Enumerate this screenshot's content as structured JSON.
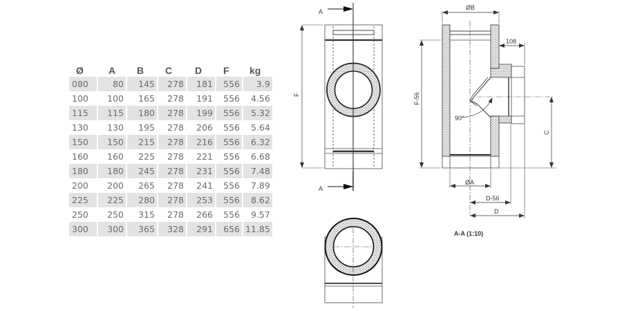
{
  "table": {
    "headers": [
      "Ø",
      "A",
      "B",
      "C",
      "D",
      "F",
      "kg"
    ],
    "rows": [
      [
        "080",
        "80",
        "145",
        "278",
        "181",
        "556",
        "3.9"
      ],
      [
        "100",
        "100",
        "165",
        "278",
        "191",
        "556",
        "4.56"
      ],
      [
        "115",
        "115",
        "180",
        "278",
        "199",
        "556",
        "5.32"
      ],
      [
        "130",
        "130",
        "195",
        "278",
        "206",
        "556",
        "5.64"
      ],
      [
        "150",
        "150",
        "215",
        "278",
        "216",
        "556",
        "6.32"
      ],
      [
        "160",
        "160",
        "225",
        "278",
        "221",
        "556",
        "6.68"
      ],
      [
        "180",
        "180",
        "245",
        "278",
        "231",
        "556",
        "7.48"
      ],
      [
        "200",
        "200",
        "265",
        "278",
        "241",
        "556",
        "7.89"
      ],
      [
        "225",
        "225",
        "280",
        "278",
        "253",
        "556",
        "8.62"
      ],
      [
        "250",
        "250",
        "315",
        "278",
        "266",
        "556",
        "9.57"
      ],
      [
        "300",
        "300",
        "365",
        "328",
        "291",
        "656",
        "11.85"
      ]
    ]
  },
  "drawing": {
    "front_view": {
      "section_marker_top": "A",
      "section_marker_bottom": "A",
      "height_label": "F"
    },
    "section_view": {
      "diameter_b_label": "ØB",
      "branch_length_label": "108",
      "height_label": "F-56",
      "angle_label": "90°",
      "c_label": "C",
      "diameter_a_label": "ØA",
      "d56_label": "D-56",
      "d_label": "D",
      "caption": "A-A (1:10)"
    }
  }
}
